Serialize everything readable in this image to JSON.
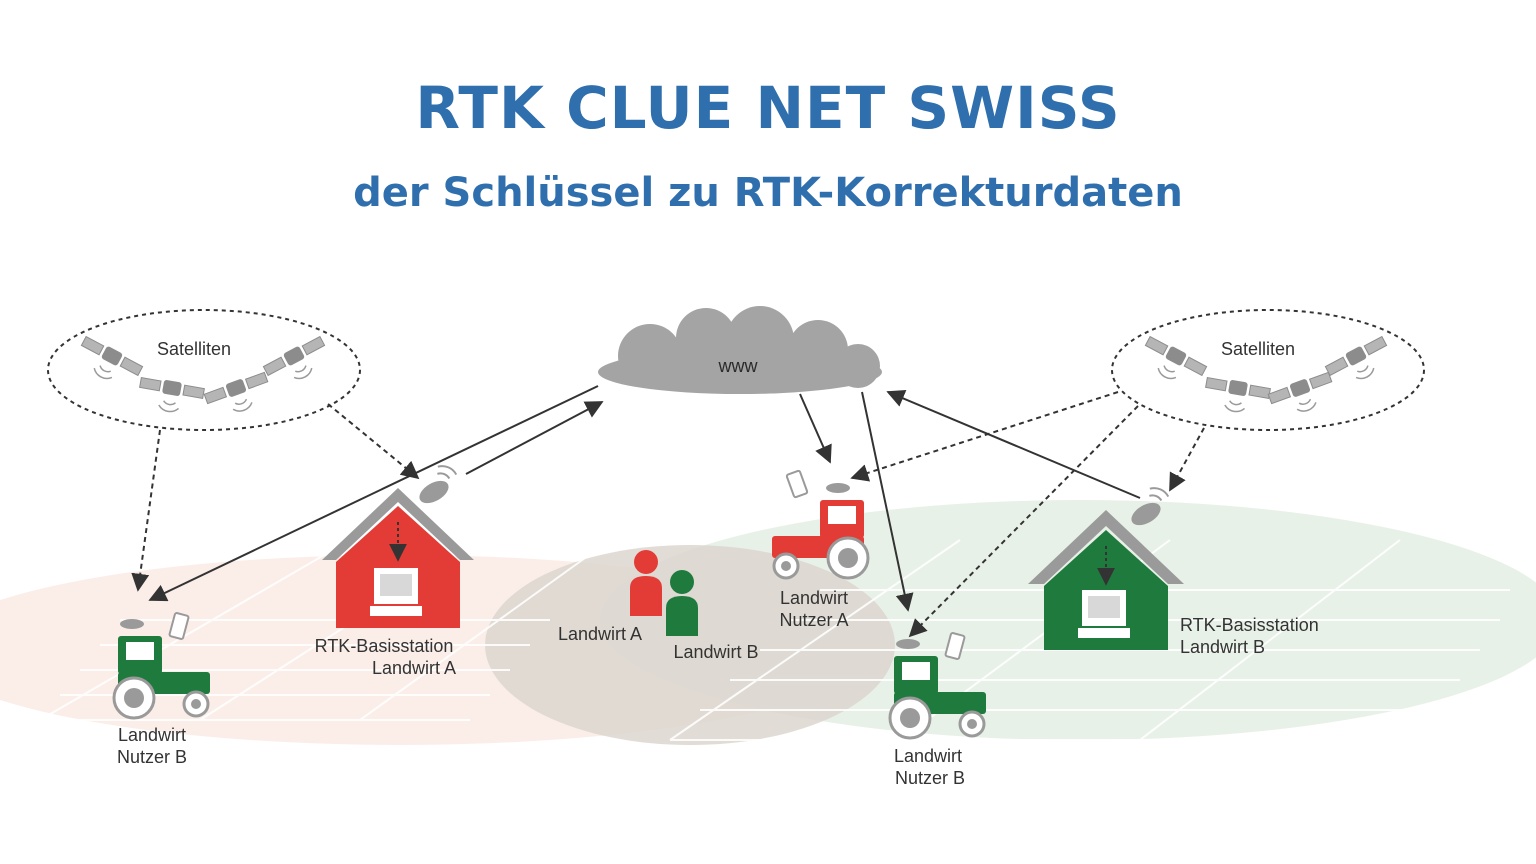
{
  "header": {
    "title": "RTK CLUE NET SWISS",
    "subtitle": "der Schlüssel zu RTK-Korrekturdaten"
  },
  "labels": {
    "satellites_left": "Satelliten",
    "satellites_right": "Satelliten",
    "cloud": "www",
    "base_a_line1": "RTK-Basisstation",
    "base_a_line2": "Landwirt A",
    "base_b_line1": "RTK-Basisstation",
    "base_b_line2": "Landwirt B",
    "farmer_a": "Landwirt A",
    "farmer_b": "Landwirt B",
    "tractor_left_line1": "Landwirt",
    "tractor_left_line2": "Nutzer B",
    "tractor_center_line1": "Landwirt",
    "tractor_center_line2": "Nutzer A",
    "tractor_right_line1": "Landwirt",
    "tractor_right_line2": "Nutzer B"
  },
  "colors": {
    "title": "#2f6fad",
    "red": "#e33b36",
    "green": "#1f7a3d",
    "cloud": "#a4a4a4",
    "zone_red": "#fbeee9",
    "zone_green": "#e8f1e8",
    "zone_overlap": "#dcd6cf",
    "roof": "#9a9a9a",
    "line": "#333333"
  }
}
